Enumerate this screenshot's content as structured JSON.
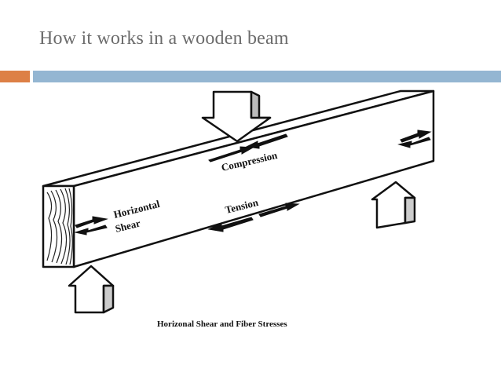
{
  "slide": {
    "title": "How it works in a wooden beam"
  },
  "diagram": {
    "labels": {
      "compression": "Compression",
      "horizontal_shear_line1": "Horizontal",
      "horizontal_shear_line2": "Shear",
      "tension": "Tension",
      "caption": "Horizonal Shear and Fiber Stresses"
    }
  },
  "colors": {
    "title_text": "#6b6b6b",
    "accent_orange": "#dd8046",
    "accent_blue": "#94b6d2",
    "ink": "#111111"
  }
}
